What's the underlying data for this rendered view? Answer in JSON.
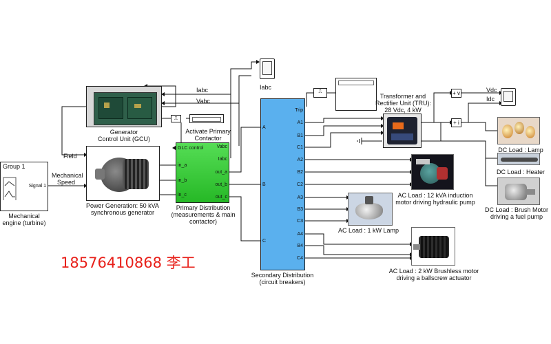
{
  "group_block": {
    "title": "Group 1",
    "port": "Signal 1",
    "label_line1": "Mechanical",
    "label_line2": "engine (turbine)"
  },
  "signals": {
    "mechanical_speed_line1": "Mechanical",
    "mechanical_speed_line2": "Speed",
    "field": "Field",
    "iabc": "Iabc",
    "vabc": "Vabc",
    "iabc_scope": "Iabc",
    "vdc": "Vdc",
    "idc": "Idc"
  },
  "gcu": {
    "label_line1": "Generator",
    "label_line2": "Control Unit (GCU)"
  },
  "generator": {
    "label_line1": "Power Generation: 50 kVA",
    "label_line2": "synchronous generator"
  },
  "activate": {
    "label_line1": "Activate Primary",
    "label_line2": "Contactor"
  },
  "primary": {
    "in_ports": [
      "GLC control",
      "in_a",
      "in_b",
      "in_c"
    ],
    "out_ports": [
      "Vabc",
      "Iabc",
      "out_a",
      "out_b",
      "out_c"
    ],
    "label_line1": "Primary Distribution",
    "label_line2": "(measurements & main",
    "label_line3": "contactor)"
  },
  "secondary": {
    "in_ports": [
      "A",
      "B",
      "C"
    ],
    "out_ports": [
      "Trip",
      "A1",
      "B1",
      "C1",
      "A2",
      "B2",
      "C2",
      "A3",
      "B3",
      "C3",
      "A4",
      "B4",
      "C4"
    ],
    "label_line1": "Secondary Distribution",
    "label_line2": "(circuit breakers)"
  },
  "tru": {
    "label_line1": "Transformer and",
    "label_line2": "Rectifier Unit (TRU):",
    "label_line3": "28 Vdc, 4 kW"
  },
  "loads": {
    "induction_line1": "AC Load : 12 kVA induction",
    "induction_line2": "motor driving hydraulic pump",
    "lamp_ac": "AC Load : 1 kW Lamp",
    "brushless_line1": "AC Load : 2 kW Brushless motor",
    "brushless_line2": "driving a ballscrew actuator",
    "dc_lamp": "DC Load :  Lamp",
    "dc_heater": "DC Load :  Heater",
    "dc_motor_line1": "DC Load :  Brush Motor",
    "dc_motor_line2": "driving a fuel pump"
  },
  "sum_blocks": {
    "v": "+ v",
    "i": "+ i"
  },
  "watermark": "18576410868 李工",
  "colors": {
    "primary_green": "#33cc33",
    "secondary_blue": "#5ab0ee",
    "watermark": "#e8201a"
  }
}
